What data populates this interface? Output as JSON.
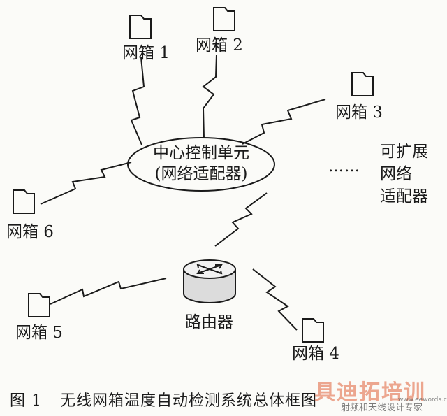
{
  "center_unit": {
    "line1": "中心控制单元",
    "line2": "(网络适配器)"
  },
  "router": {
    "label": "路由器"
  },
  "boxes": [
    {
      "label": "网箱 1"
    },
    {
      "label": "网箱 2"
    },
    {
      "label": "网箱 3"
    },
    {
      "label": "网箱 4"
    },
    {
      "label": "网箱 5"
    },
    {
      "label": "网箱 6"
    }
  ],
  "expandable": {
    "dots": "……",
    "line1": "可扩展",
    "line2": "网络",
    "line3": "适配器"
  },
  "caption": {
    "number": "图 1",
    "title": "无线网箱温度自动检测系统总体框图"
  },
  "watermark": {
    "main": "具迪拓培训",
    "sub": "射频和天线设计专家",
    "url": "www.eewords.com"
  }
}
